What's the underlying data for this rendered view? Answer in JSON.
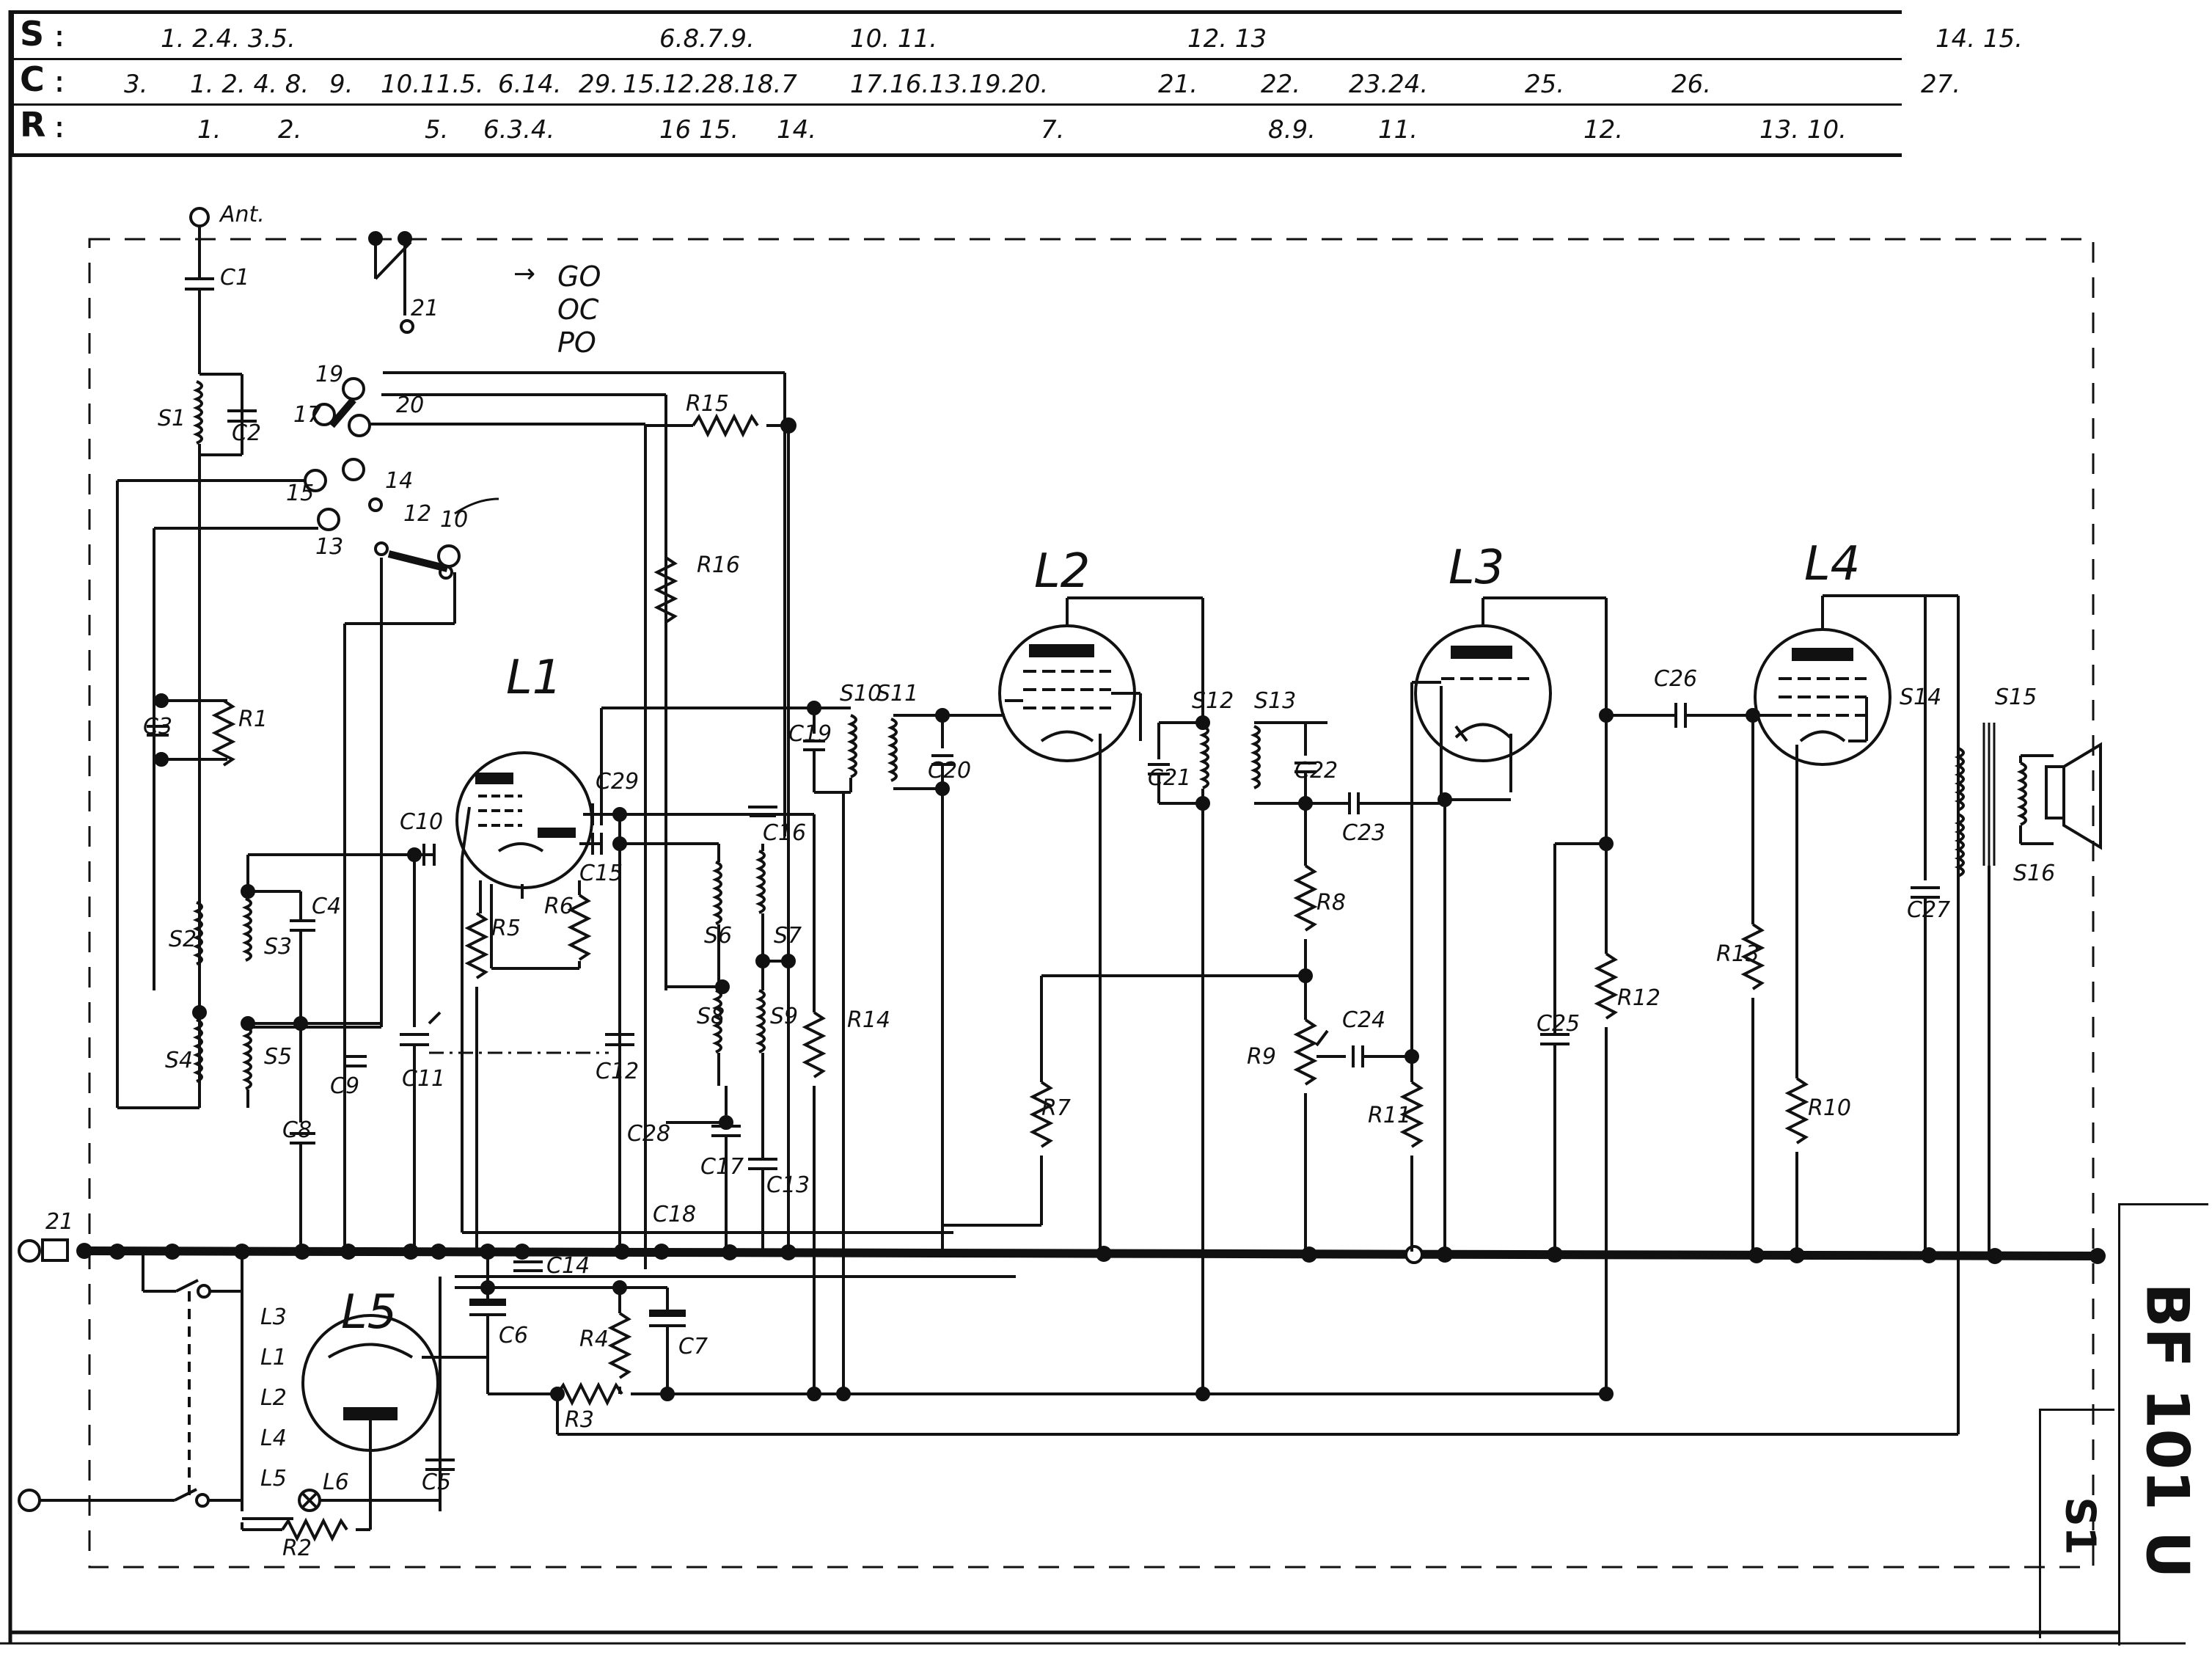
{
  "index_table": {
    "S": {
      "letter": "S",
      "colon": ":",
      "groups": [
        "1. 2.4. 3.5.",
        "6.8.7.9.",
        "10. 11.",
        "12. 13",
        "14. 15."
      ]
    },
    "C": {
      "letter": "C",
      "colon": ":",
      "groups": [
        "3.",
        "1. 2. 4. 8.",
        "9.",
        "10.11.5.",
        "6.14.",
        "29.",
        "15.12.28.18.7",
        "17.16.13.19.20.",
        "21.",
        "22.",
        "23.24.",
        "25.",
        "26.",
        "27."
      ]
    },
    "R": {
      "letter": "R",
      "colon": ":",
      "groups": [
        "1.",
        "2.",
        "5.",
        "6.3.4.",
        "16 15.",
        "14.",
        "7.",
        "8.9.",
        "11.",
        "12.",
        "13. 10."
      ]
    }
  },
  "tubes": {
    "L1": "L1",
    "L2": "L2",
    "L3": "L3",
    "L4": "L4",
    "L5": "L5"
  },
  "band_switch": {
    "arrow": "→",
    "go": "GO",
    "oc": "OC",
    "po": "PO"
  },
  "antenna": "Ant.",
  "title_block": {
    "model": "BF 101 U",
    "sheet": "S1"
  },
  "components": {
    "C1": "C1",
    "C2": "C2",
    "C3": "C3",
    "C4": "C4",
    "C5": "C5",
    "C6": "C6",
    "C7": "C7",
    "C8": "C8",
    "C9": "C9",
    "C10": "C10",
    "C11": "C11",
    "C12": "C12",
    "C13": "C13",
    "C14": "C14",
    "C15": "C15",
    "C16": "C16",
    "C17": "C17",
    "C18": "C18",
    "C19": "C19",
    "C20": "C20",
    "C21": "C21",
    "C22": "C22",
    "C23": "C23",
    "C24": "C24",
    "C25": "C25",
    "C26": "C26",
    "C27": "C27",
    "C28": "C28",
    "C29": "C29",
    "R1": "R1",
    "R2": "R2",
    "R3": "R3",
    "R4": "R4",
    "R5": "R5",
    "R6": "R6",
    "R7": "R7",
    "R8": "R8",
    "R9": "R9",
    "R10": "R10",
    "R11": "R11",
    "R12": "R12",
    "R13": "R13",
    "R14": "R14",
    "R15": "R15",
    "R16": "R16",
    "S1": "S1",
    "S2": "S2",
    "S3": "S3",
    "S4": "S4",
    "S5": "S5",
    "S6": "S6",
    "S7": "S7",
    "S8": "S8",
    "S9": "S9",
    "S10": "S10",
    "S11": "S11",
    "S12": "S12",
    "S13": "S13",
    "S14": "S14",
    "S15": "S15",
    "S16": "S16",
    "L6": "L6",
    "heater_L3": "L3",
    "heater_L1": "L1",
    "heater_L2": "L2",
    "heater_L4": "L4",
    "heater_L5": "L5"
  },
  "switch_contacts": [
    "21",
    "19",
    "20",
    "17",
    "15",
    "14",
    "12",
    "10",
    "13"
  ],
  "mains_contact": "21"
}
